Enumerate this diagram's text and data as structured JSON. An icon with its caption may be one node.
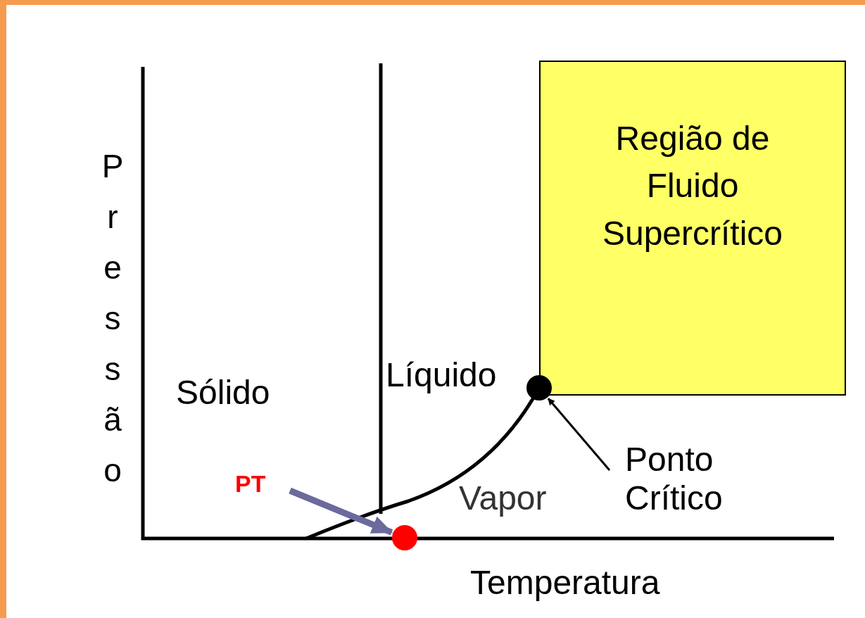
{
  "diagram": {
    "nodes": [
      {
        "text": [
          "Região de Fluido Supercrítico"
        ]
      },
      {
        "text": [
          "Ponto Crítico"
        ]
      },
      {
        "text": [],
        "shape": "circle"
      },
      {
        "text": [
          "PT"
        ]
      },
      {
        "text": [],
        "shape": "circle"
      }
    ],
    "edges": [
      {
        "from": 1,
        "to": 2,
        "arrow": "to"
      },
      {
        "from": 3,
        "to": 4,
        "arrow": "to",
        "style": "thick",
        "color": "#6a6a9c"
      }
    ],
    "labels": [
      "Pressão",
      "Temperatura",
      "Sólido",
      "Líquido",
      "Vapor"
    ]
  }
}
